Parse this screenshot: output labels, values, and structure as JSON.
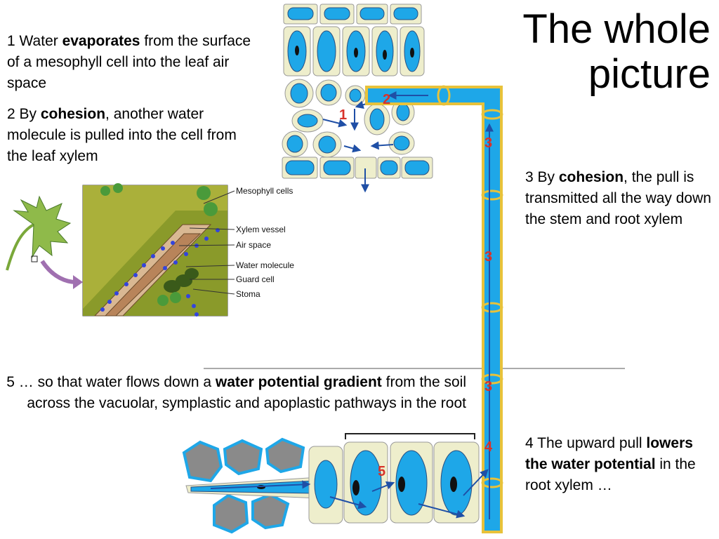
{
  "title": "The whole picture",
  "statements": {
    "s1": {
      "pre": "1 Water ",
      "bold": "evaporates",
      "post": " from the surface of a mesophyll cell into the leaf air space"
    },
    "s2": {
      "pre": "2 By ",
      "bold": "cohesion",
      "post": ", another water molecule is pulled into the cell from the leaf xylem"
    },
    "s3": {
      "pre": "3 By ",
      "bold": "cohesion",
      "post": ", the pull is transmitted all the way down the stem and root xylem"
    },
    "s4": {
      "pre": "4 The upward pull ",
      "bold": "lowers the water potential",
      "post": " in the root xylem …"
    },
    "s5": {
      "pre": "5 … so that water flows down a ",
      "bold": "water potential gradient",
      "post": " from the soil across the vacuolar, symplastic and apoplastic pathways in the root"
    }
  },
  "step_markers": [
    "1",
    "2",
    "3",
    "3",
    "3",
    "4",
    "5"
  ],
  "leaf_labels": [
    "Mesophyll cells",
    "Xylem vessel",
    "Air space",
    "Water molecule",
    "Guard cell",
    "Stoma"
  ],
  "colors": {
    "xylem": "#1ea7e8",
    "xylem_outline": "#e8c23a",
    "cell_fill": "#eeeecc",
    "marker": "#d8322a",
    "arrow": "#1f4fa6",
    "soil": "#8a8a8a",
    "leaf_green": "#8fba4a",
    "cell_olive": "#a8a832",
    "water_dot": "#3344dd"
  }
}
